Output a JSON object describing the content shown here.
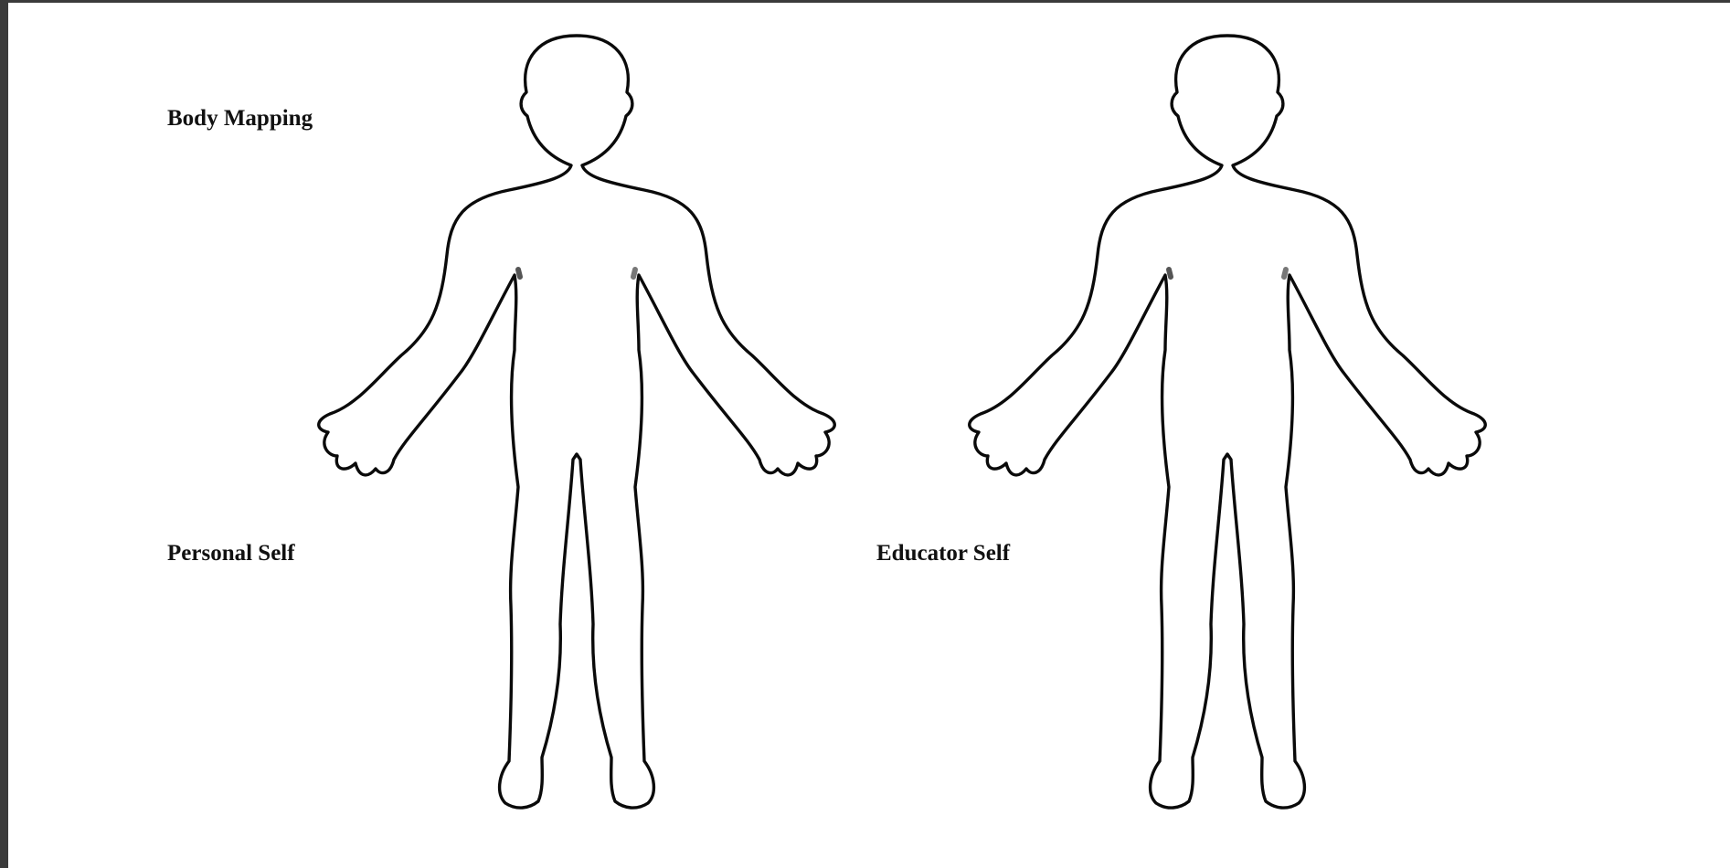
{
  "document": {
    "title": "Body Mapping",
    "labels": {
      "personal": "Personal Self",
      "educator": "Educator Self"
    }
  },
  "figures": [
    {
      "name": "body-outline",
      "caption_key": "personal"
    },
    {
      "name": "body-outline",
      "caption_key": "educator"
    }
  ]
}
